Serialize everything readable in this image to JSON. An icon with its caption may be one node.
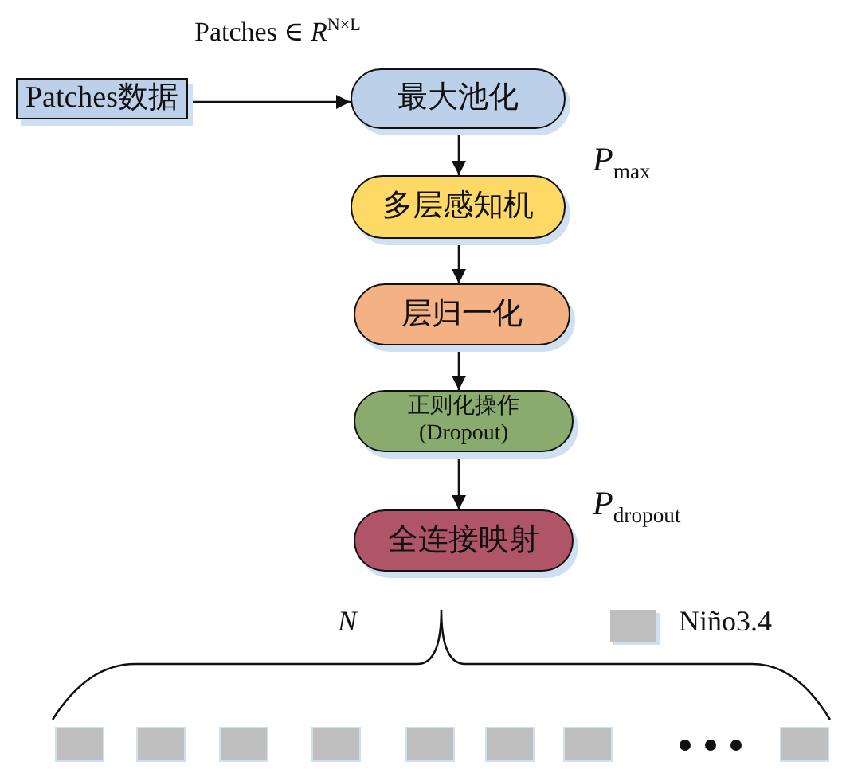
{
  "diagram": {
    "nodes": [
      {
        "text": [
          "Patches数据"
        ]
      },
      {
        "text": [
          "最大池化"
        ]
      },
      {
        "text": [
          "多层感知机"
        ]
      },
      {
        "text": [
          "层归一化"
        ]
      },
      {
        "text": [
          "正则化操作 (Dropout)"
        ]
      },
      {
        "text": [
          "全连接映射"
        ]
      }
    ],
    "edges": [
      {
        "from": 0,
        "to": 1,
        "arrow": "to",
        "label": "Patches ∈ *R*$^{N×L}$"
      },
      {
        "from": 1,
        "to": 2,
        "arrow": "to"
      },
      {
        "from": 2,
        "to": 3,
        "arrow": "to"
      },
      {
        "from": 3,
        "to": 4,
        "arrow": "to"
      },
      {
        "from": 4,
        "to": 5,
        "arrow": "to"
      }
    ],
    "labels": [
      "*P*$_{max}$",
      "*P*$_{dropout}$",
      "N"
    ],
    "legend": [
      {
        "text": "Niño3.4",
        "color": "#bfbfbf"
      }
    ]
  }
}
